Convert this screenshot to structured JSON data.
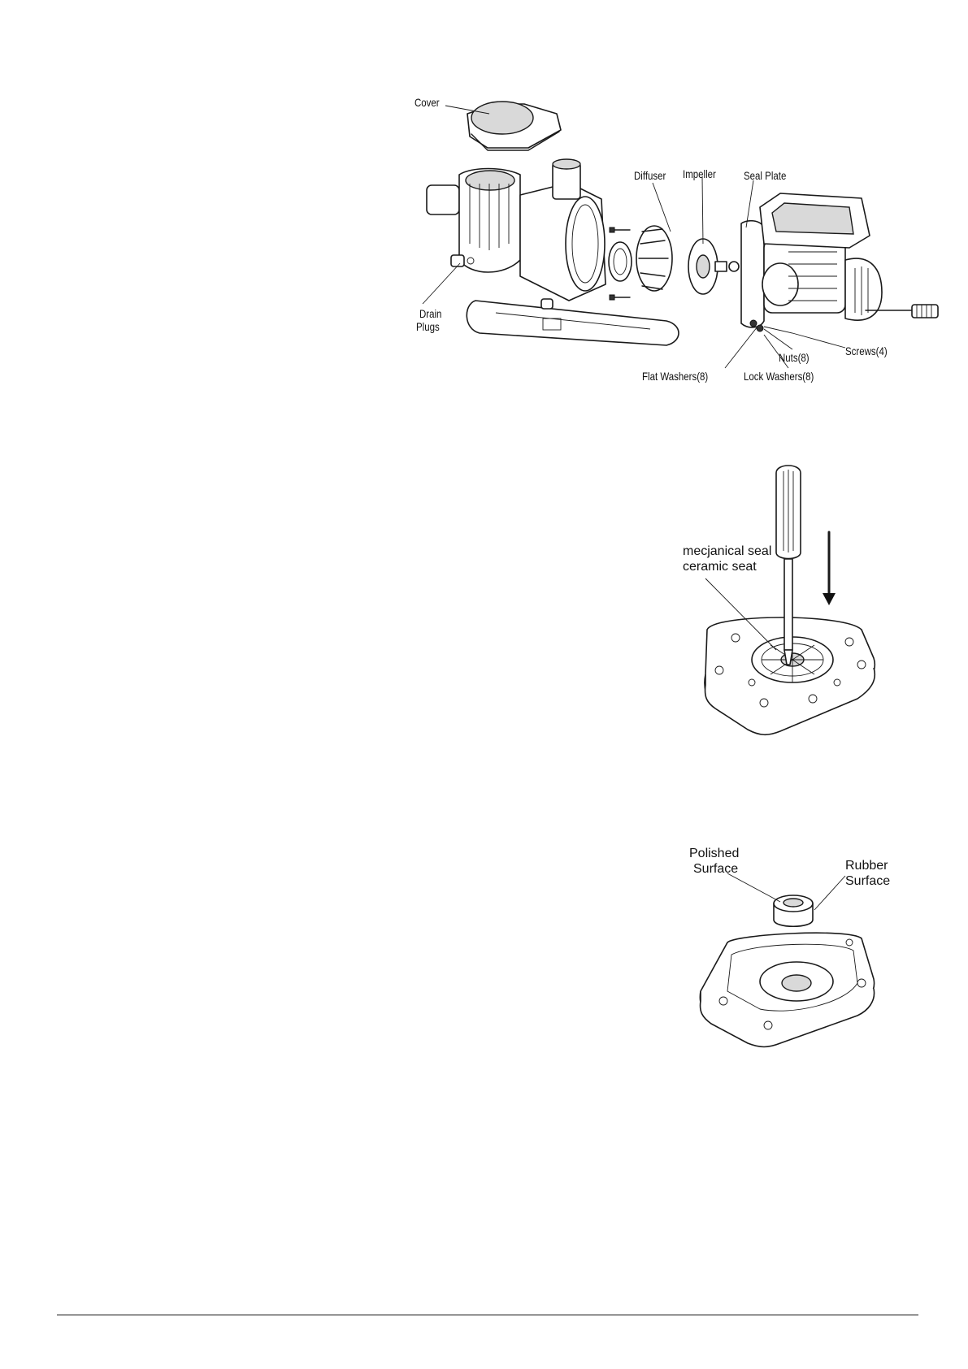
{
  "figure_exploded": {
    "labels": {
      "cover": "Cover",
      "diffuser": "Diffuser",
      "impeller": "Impeller",
      "seal_plate": "Seal Plate",
      "drain_plugs_1": "Drain",
      "drain_plugs_2": "Plugs",
      "screws": "Screws(4)",
      "nuts": "Nuts(8)",
      "flat_washers": "Flat Washers(8)",
      "lock_washers": "Lock Washers(8)"
    }
  },
  "figure_seal_removal": {
    "labels": {
      "line1": "mecjanical seal",
      "line2": "ceramic seat"
    }
  },
  "figure_seal_surfaces": {
    "labels": {
      "polished_1": "Polished",
      "polished_2": "Surface",
      "rubber_1": "Rubber",
      "rubber_2": "Surface"
    }
  }
}
